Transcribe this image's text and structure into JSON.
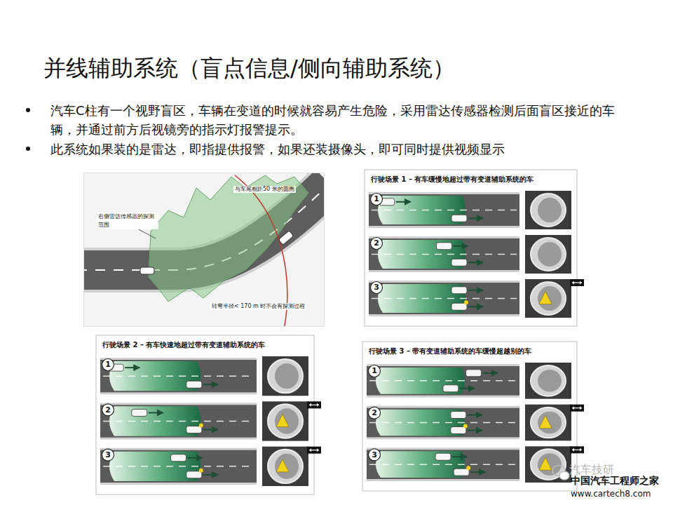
{
  "diagram": {
    "title": "并线辅助系统（盲点信息/侧向辅助系统）",
    "nodes": [
      {
        "text": [
          "行驶场景 1 – 有车缓慢地超过带有变道辅助系统的车"
        ]
      },
      {
        "text": [
          "行驶场景 2 – 有车快速地超过带有变道辅助系统的车"
        ]
      },
      {
        "text": [
          "行驶场景 3 – 带有变道辅助系统的车缓慢超越别的车"
        ]
      }
    ],
    "labels": [
      "汽车C柱有一个视野盲区，车辆在变道的时候就容易产生危险，采用雷达传感器检测后面盲区接近的车辆，并通过前方后视镜旁的指示灯报警提示。",
      "此系统如果装的是雷达，即指提供报警，如果还装摄像头，即可同时提供视频显示",
      "与车尾相距50 米的圆圈",
      "右侧雷达传感器的探测范围",
      "转弯半径< 170 m 时不会有探测过程",
      "1",
      "2",
      "3",
      "1",
      "2",
      "3",
      "1",
      "2",
      "3",
      "汽车技研",
      "中国汽车工程师之家",
      "www.cartech8.com"
    ]
  }
}
